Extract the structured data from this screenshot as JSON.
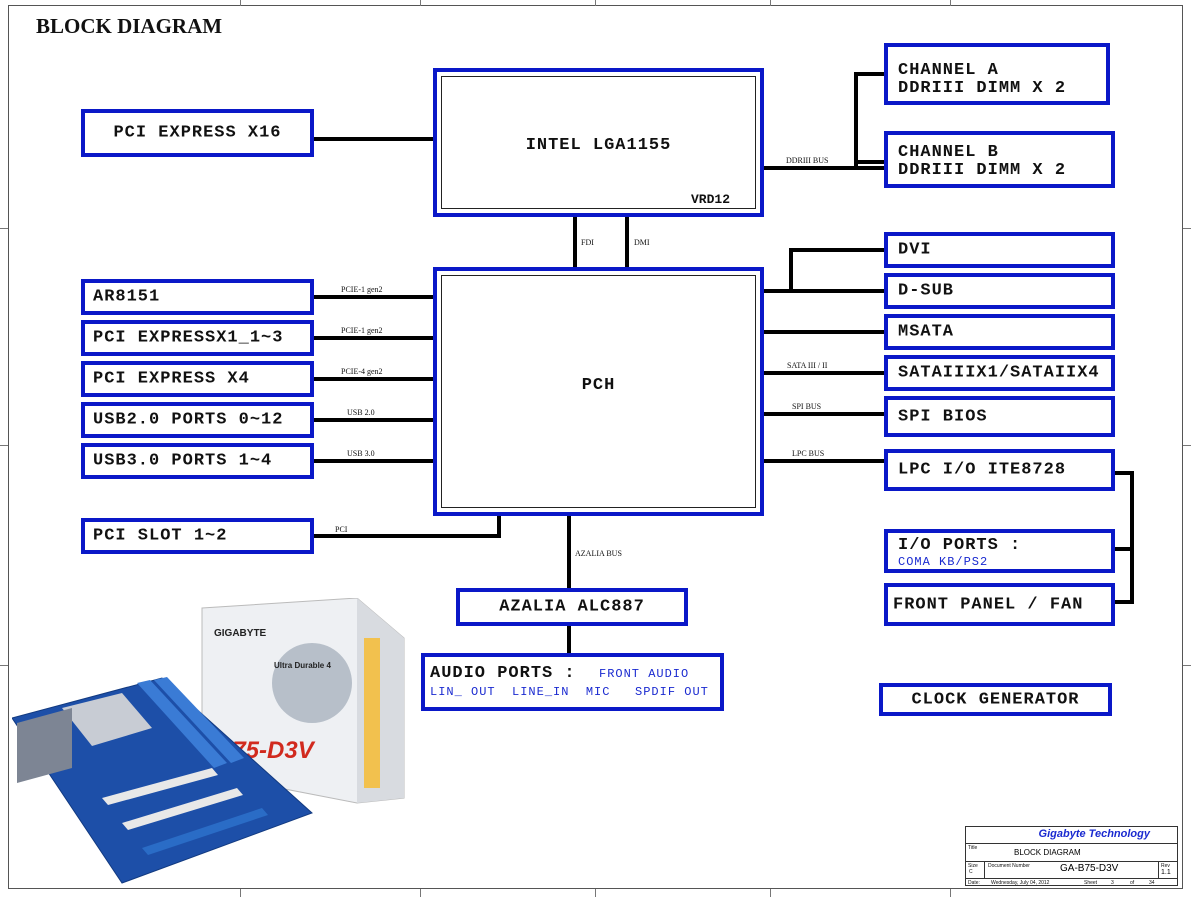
{
  "title": "BLOCK DIAGRAM",
  "cpu": {
    "label": "INTEL LGA1155",
    "sub": "VRD12"
  },
  "pch": {
    "label": "PCH"
  },
  "left_boxes": {
    "pcie16": "PCI EXPRESS X16",
    "ar8151": "AR8151",
    "pcie1": "PCI EXPRESSX1_1~3",
    "pcie4": "PCI EXPRESS X4",
    "usb2": "USB2.0 PORTS 0~12",
    "usb3": "USB3.0 PORTS 1~4",
    "pci": "PCI SLOT 1~2"
  },
  "right_boxes": {
    "chA_1": "CHANNEL A",
    "chA_2": "DDRIII  DIMM X 2",
    "chB_1": "CHANNEL B",
    "chB_2": "DDRIII DIMM X 2",
    "dvi": "DVI",
    "dsub": "D-SUB",
    "msata": "MSATA",
    "sata": "SATAIIIX1/SATAIIX4",
    "spi": "SPI BIOS",
    "lpc": "LPC I/O ITE8728",
    "io_1": "I/O PORTS :",
    "io_2": "COMA  KB/PS2",
    "front": "FRONT PANEL / FAN",
    "clock": "CLOCK GENERATOR"
  },
  "azalia": "AZALIA ALC887",
  "audio": {
    "head": "AUDIO PORTS :",
    "front": "FRONT AUDIO",
    "ports": "LIN_ OUT  LINE_IN  MIC   SPDIF OUT"
  },
  "bus_labels": {
    "ddr": "DDRIII BUS",
    "fdi": "FDI",
    "dmi": "DMI",
    "ar": "PCIE-1 gen2",
    "x1": "PCIE-1 gen2",
    "x4": "PCIE-4 gen2",
    "usb2": "USB 2.0",
    "usb3": "USB 3.0",
    "pci": "PCI",
    "azalia": "AZALIA BUS",
    "sata": "SATA III / II",
    "spi": "SPI BUS",
    "lpc": "LPC BUS"
  },
  "title_block": {
    "company": "Gigabyte Technology",
    "title_lbl": "Title",
    "title": "BLOCK DIAGRAM",
    "size_lbl": "Size",
    "size": "C",
    "docnum_lbl": "Document Number",
    "docnum": "GA-B75-D3V",
    "rev_lbl": "Rev",
    "rev": "1.1",
    "date_lbl": "Date:",
    "date": "Wednesday, July 04, 2012",
    "sheet_lbl": "Sheet",
    "sheet": "3",
    "of_lbl": "of",
    "of": "34"
  },
  "product": {
    "brand": "GIGABYTE",
    "model": "B75-D3V",
    "series": "Ultra Durable 4"
  },
  "colors": {
    "box_border": "#0a18c8",
    "blue_text": "#1a2ad0",
    "board": "#1d4fa8"
  }
}
